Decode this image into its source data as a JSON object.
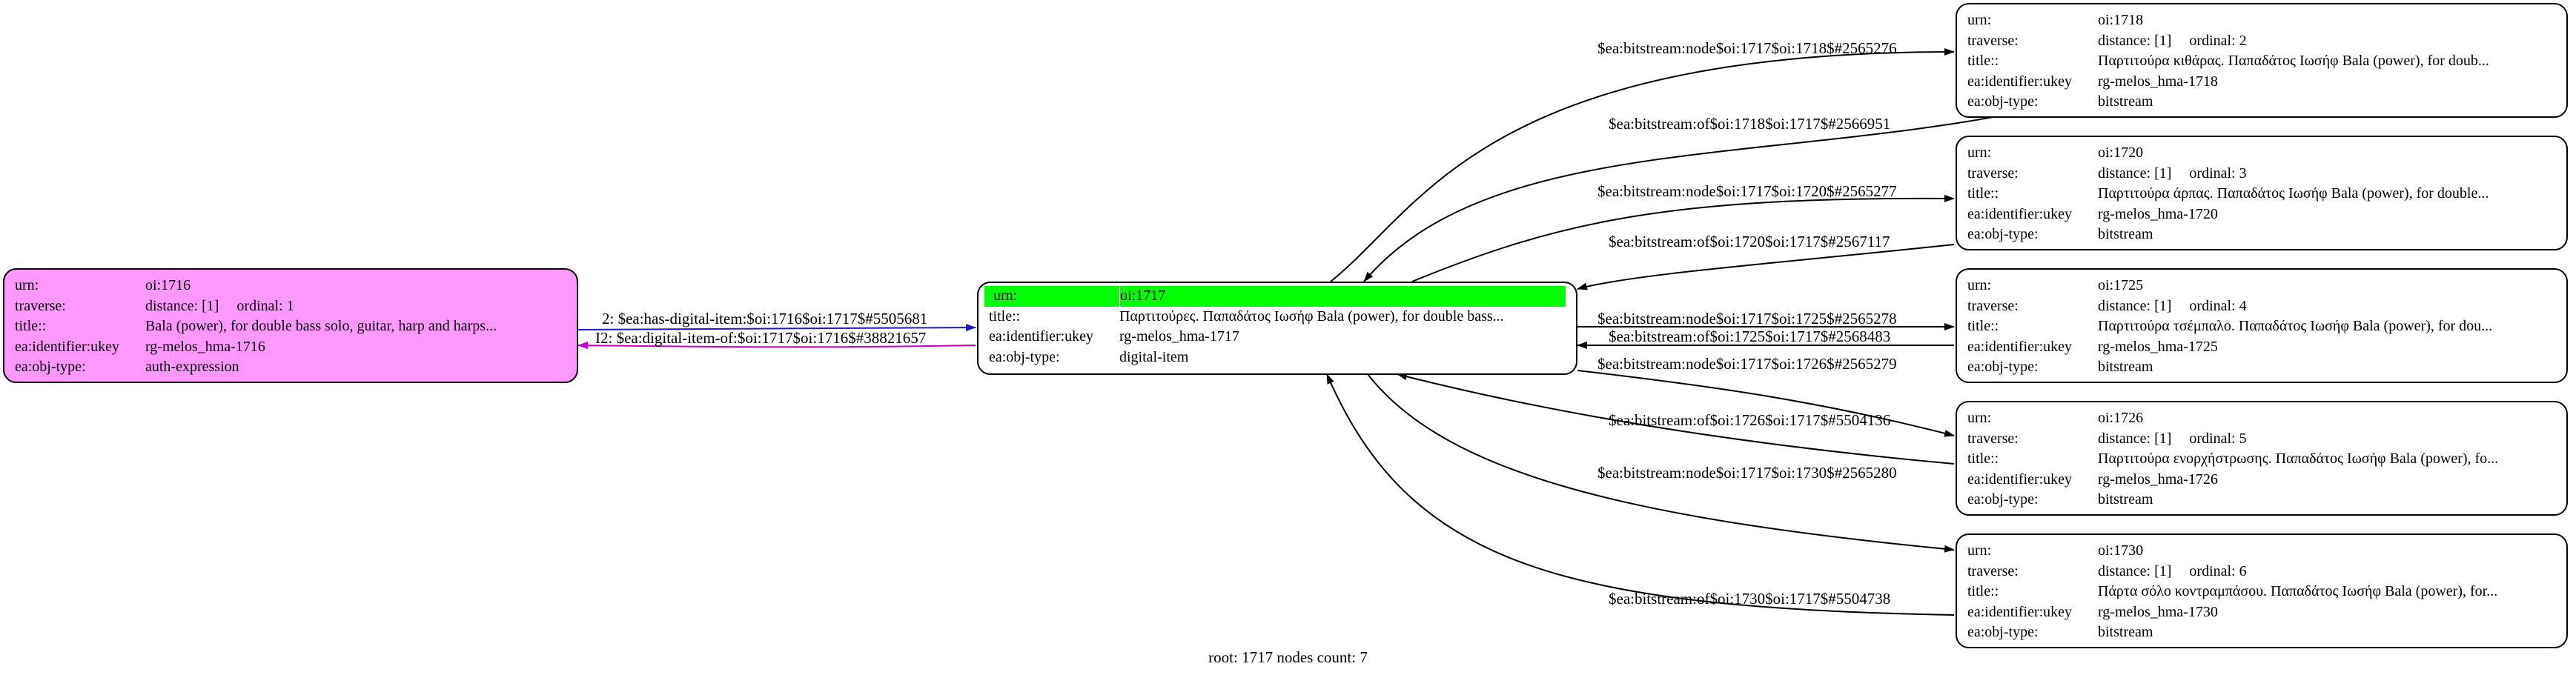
{
  "nodes": {
    "n1716": {
      "urn_key": "urn:",
      "urn": "oi:1716",
      "traverse_key": "traverse:",
      "distance": "distance: [1]",
      "ordinal": "ordinal: 1",
      "title_key": "title::",
      "title": "Bala (power), for double bass solo, guitar, harp and harps...",
      "ukey_key": "ea:identifier:ukey",
      "ukey": "rg-melos_hma-1716",
      "type_key": "ea:obj-type:",
      "type": "auth-expression",
      "fill": "#ff99ff"
    },
    "n1717": {
      "urn_key": "urn:",
      "urn": "oi:1717",
      "title_key": "title::",
      "title": "Παρτιτούρες. Παπαδάτος Ιωσήφ Bala (power), for double bass...",
      "ukey_key": "ea:identifier:ukey",
      "ukey": "rg-melos_hma-1717",
      "type_key": "ea:obj-type:",
      "type": "digital-item",
      "highlight": "#00ff00"
    },
    "n1718": {
      "urn_key": "urn:",
      "urn": "oi:1718",
      "traverse_key": "traverse:",
      "distance": "distance: [1]",
      "ordinal": "ordinal: 2",
      "title_key": "title::",
      "title": "Παρτιτούρα κιθάρας. Παπαδάτος Ιωσήφ Bala (power), for doub...",
      "ukey_key": "ea:identifier:ukey",
      "ukey": "rg-melos_hma-1718",
      "type_key": "ea:obj-type:",
      "type": "bitstream"
    },
    "n1720": {
      "urn_key": "urn:",
      "urn": "oi:1720",
      "traverse_key": "traverse:",
      "distance": "distance: [1]",
      "ordinal": "ordinal: 3",
      "title_key": "title::",
      "title": "Παρτιτούρα άρπας. Παπαδάτος Ιωσήφ Bala (power), for double...",
      "ukey_key": "ea:identifier:ukey",
      "ukey": "rg-melos_hma-1720",
      "type_key": "ea:obj-type:",
      "type": "bitstream"
    },
    "n1725": {
      "urn_key": "urn:",
      "urn": "oi:1725",
      "traverse_key": "traverse:",
      "distance": "distance: [1]",
      "ordinal": "ordinal: 4",
      "title_key": "title::",
      "title": "Παρτιτούρα τσέμπαλο. Παπαδάτος Ιωσήφ Bala (power), for dou...",
      "ukey_key": "ea:identifier:ukey",
      "ukey": "rg-melos_hma-1725",
      "type_key": "ea:obj-type:",
      "type": "bitstream"
    },
    "n1726": {
      "urn_key": "urn:",
      "urn": "oi:1726",
      "traverse_key": "traverse:",
      "distance": "distance: [1]",
      "ordinal": "ordinal: 5",
      "title_key": "title::",
      "title": "Παρτιτούρα ενορχήστρωσης. Παπαδάτος Ιωσήφ Bala (power), fo...",
      "ukey_key": "ea:identifier:ukey",
      "ukey": "rg-melos_hma-1726",
      "type_key": "ea:obj-type:",
      "type": "bitstream"
    },
    "n1730": {
      "urn_key": "urn:",
      "urn": "oi:1730",
      "traverse_key": "traverse:",
      "distance": "distance: [1]",
      "ordinal": "ordinal: 6",
      "title_key": "title::",
      "title": "Πάρτα σόλο κοντραμπάσου. Παπαδάτος Ιωσήφ Bala (power), for...",
      "ukey_key": "ea:identifier:ukey",
      "ukey": "rg-melos_hma-1730",
      "type_key": "ea:obj-type:",
      "type": "bitstream"
    }
  },
  "edges": {
    "e_has_item": "2: $ea:has-digital-item:$oi:1716$oi:1717$#5505681",
    "e_item_of": "I2: $ea:digital-item-of:$oi:1717$oi:1716$#38821657",
    "e_node_1718": "$ea:bitstream:node$oi:1717$oi:1718$#2565276",
    "e_of_1718": "$ea:bitstream:of$oi:1718$oi:1717$#2566951",
    "e_node_1720": "$ea:bitstream:node$oi:1717$oi:1720$#2565277",
    "e_of_1720": "$ea:bitstream:of$oi:1720$oi:1717$#2567117",
    "e_node_1725": "$ea:bitstream:node$oi:1717$oi:1725$#2565278",
    "e_of_1725": "$ea:bitstream:of$oi:1725$oi:1717$#2568483",
    "e_node_1726": "$ea:bitstream:node$oi:1717$oi:1726$#2565279",
    "e_of_1726": "$ea:bitstream:of$oi:1726$oi:1717$#5504136",
    "e_node_1730": "$ea:bitstream:node$oi:1717$oi:1730$#2565280",
    "e_of_1730": "$ea:bitstream:of$oi:1730$oi:1717$#5504738",
    "blue": "#1a1acc",
    "magenta": "#cc00cc"
  },
  "footer": "root: 1717 nodes count: 7"
}
